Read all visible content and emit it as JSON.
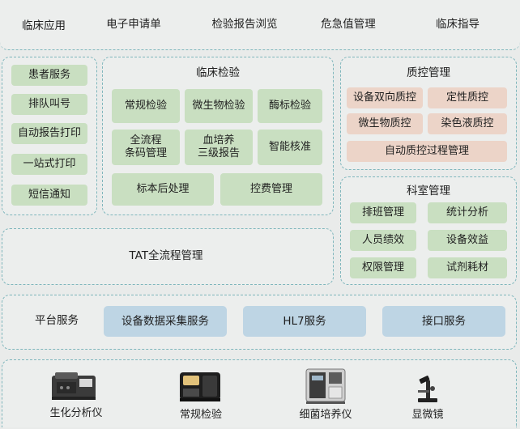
{
  "top_nav": [
    "临床应用",
    "电子申请单",
    "检验报告浏览",
    "危急值管理",
    "临床指导"
  ],
  "patient_services": [
    "患者服务",
    "排队叫号",
    "自动报告打印",
    "一站式打印",
    "短信通知"
  ],
  "clinical_testing": {
    "title": "临床检验",
    "items": [
      "常规检验",
      "微生物检验",
      "酶标检验",
      "全流程\n条码管理",
      "血培养\n三级报告",
      "智能核准",
      "标本后处理",
      "控费管理"
    ]
  },
  "quality_control": {
    "title": "质控管理",
    "items": [
      "设备双向质控",
      "定性质控",
      "微生物质控",
      "染色液质控",
      "自动质控过程管理"
    ]
  },
  "department_management": {
    "title": "科室管理",
    "items": [
      "排班管理",
      "统计分析",
      "人员绩效",
      "设备效益",
      "权限管理",
      "试剂耗材"
    ]
  },
  "tat": "TAT全流程管理",
  "platform_services": {
    "title": "平台服务",
    "items": [
      "设备数据采集服务",
      "HL7服务",
      "接口服务"
    ]
  },
  "devices": [
    {
      "label": "生化分析仪",
      "icon": "biochemical-analyzer-icon"
    },
    {
      "label": "常规检验",
      "icon": "routine-testing-instrument-icon"
    },
    {
      "label": "细菌培养仪",
      "icon": "bacterial-culture-instrument-icon"
    },
    {
      "label": "显微镜",
      "icon": "microscope-icon"
    }
  ],
  "colors": {
    "green_box": "#c9dfc1",
    "pink_box": "#ecd4c8",
    "blue_box": "#bed5e4",
    "dashed_border": "#7fb6bc"
  }
}
